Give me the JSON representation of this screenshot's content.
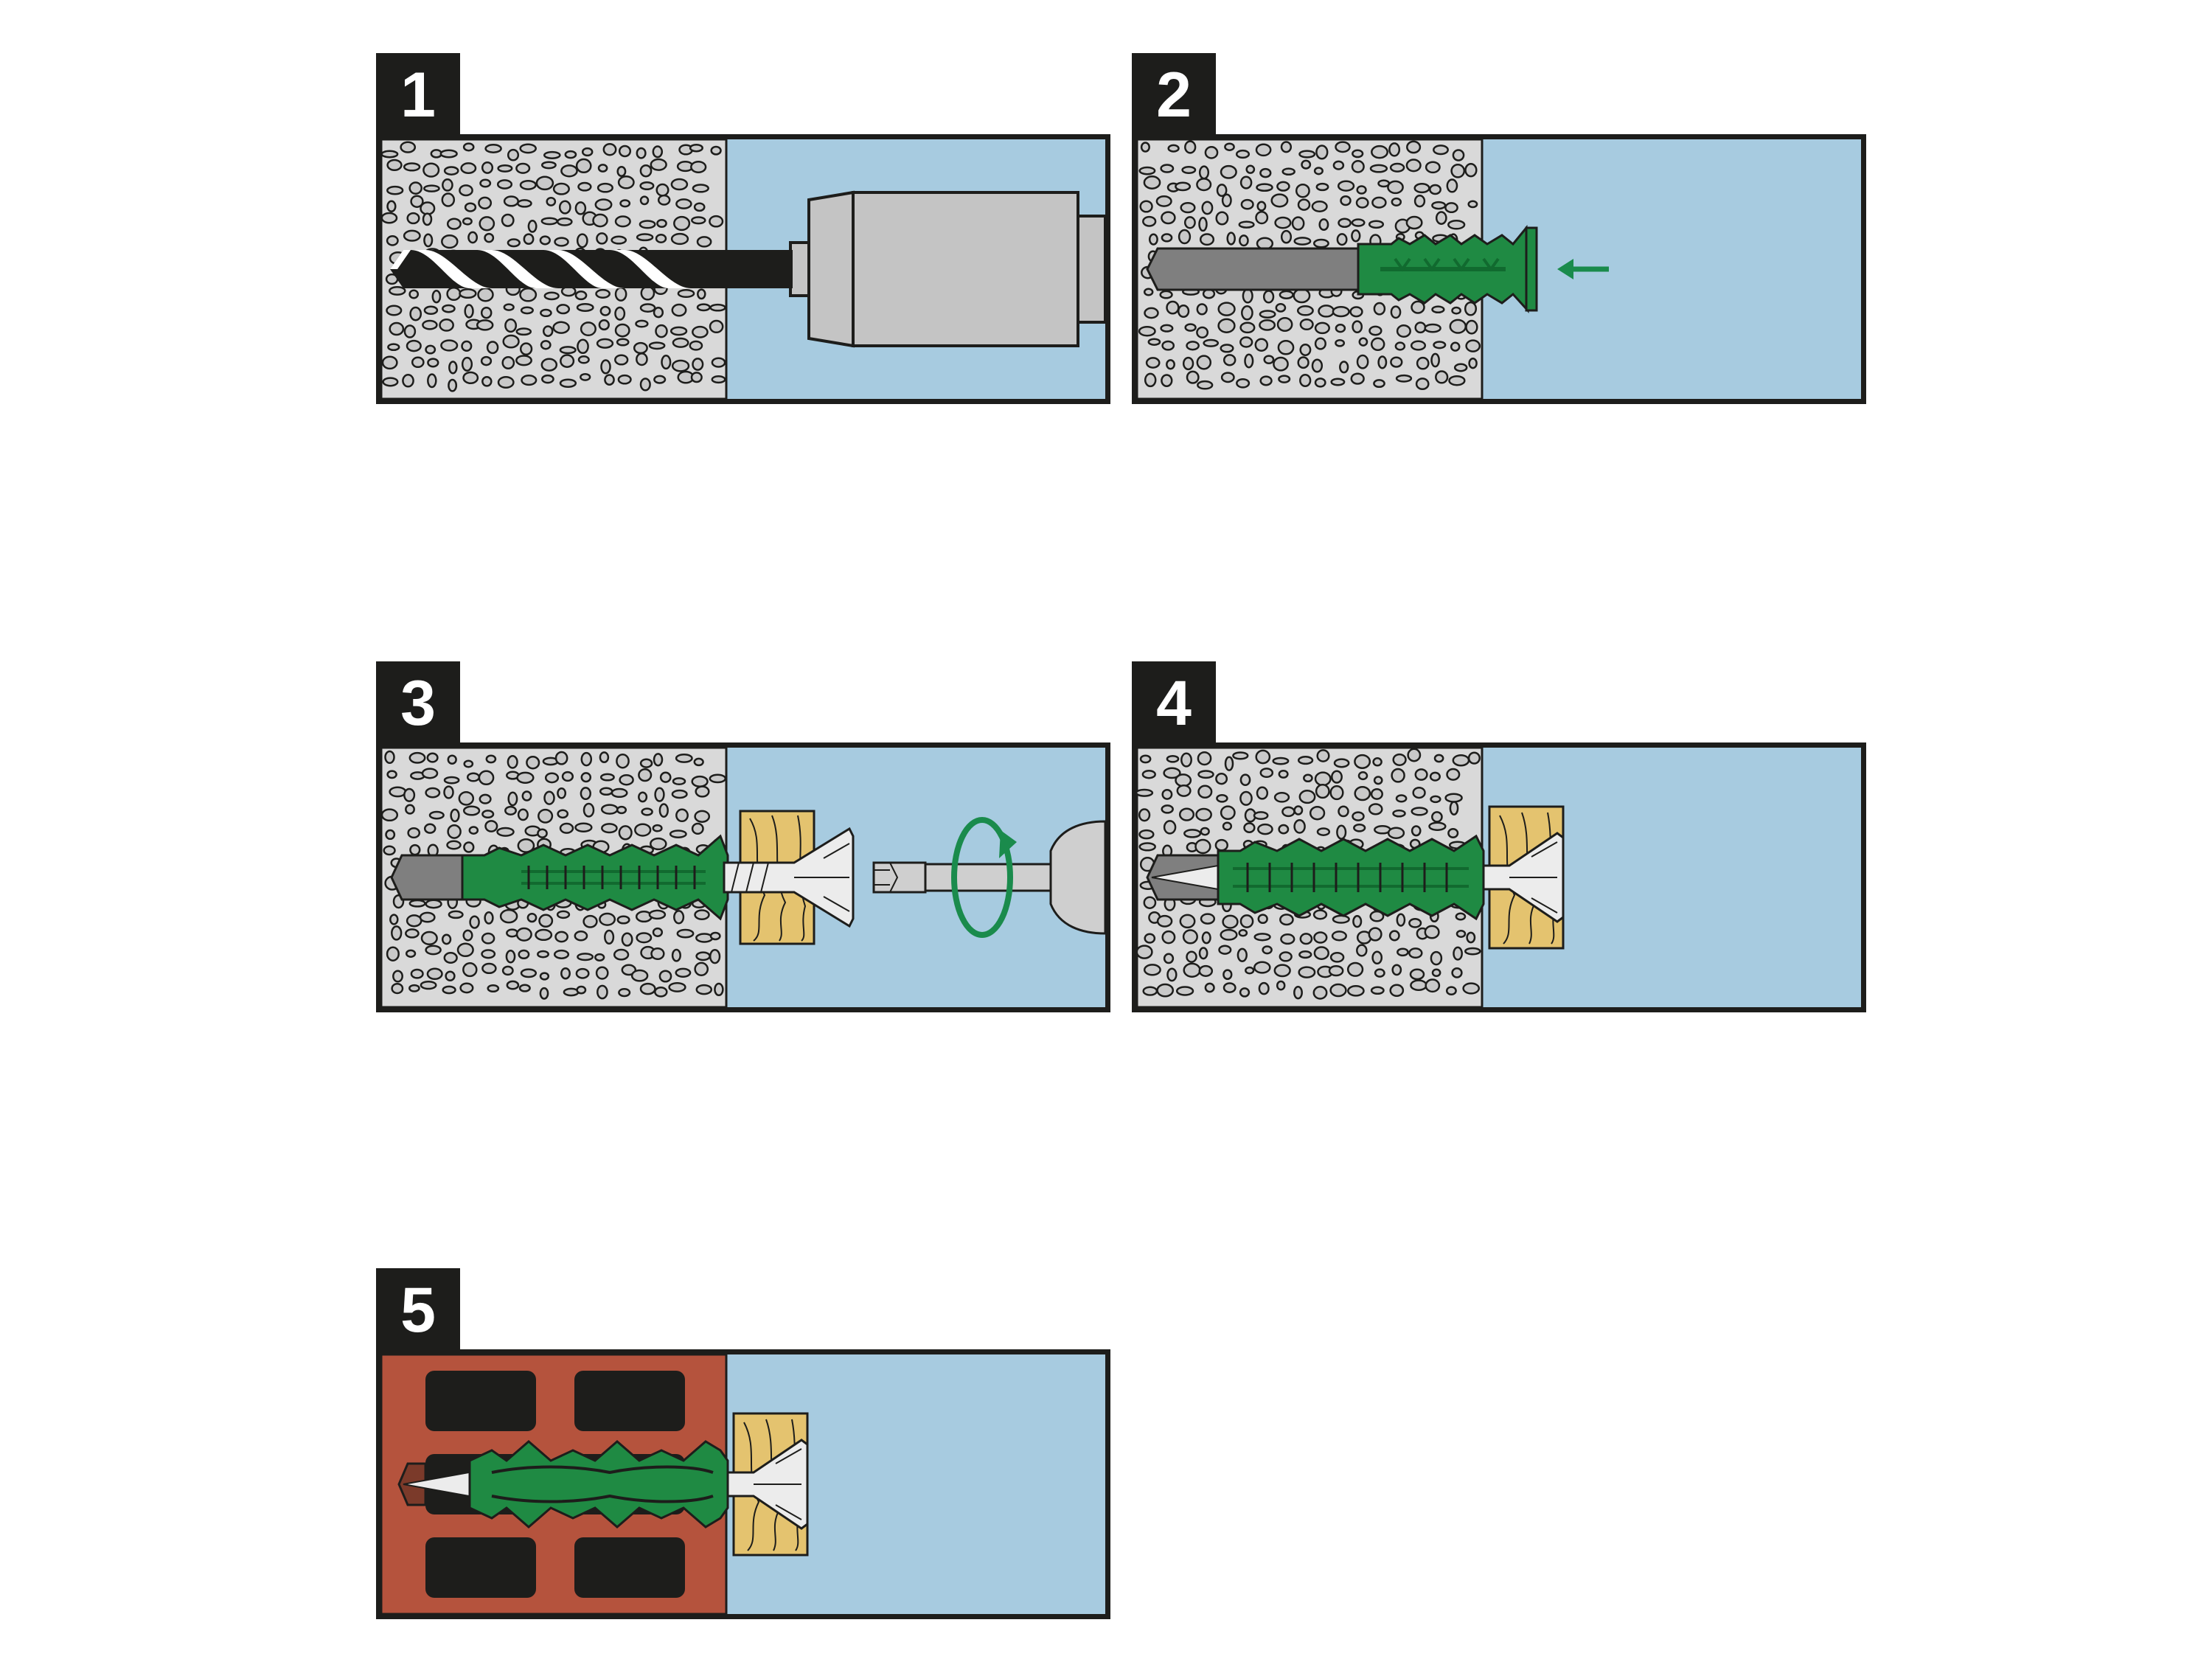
{
  "steps": [
    {
      "number": "1",
      "name": "drill-hole"
    },
    {
      "number": "2",
      "name": "insert-anchor"
    },
    {
      "number": "3",
      "name": "drive-screw"
    },
    {
      "number": "4",
      "name": "fixed-in-concrete"
    },
    {
      "number": "5",
      "name": "fixed-in-hollow-brick"
    }
  ],
  "colors": {
    "badge": "#1d1d1b",
    "frame": "#1d1d1b",
    "air": "#a7cbe0",
    "concrete": "#d9d9d9",
    "pebble": "#c9c9c9",
    "anchor_green": "#1f8a43",
    "anchor_dark": "#116a2f",
    "hole": "#7f7f7f",
    "wood": "#e4c36f",
    "brick": "#b5533d",
    "arrow_green": "#1a8b4c",
    "chuck": "#c4c4c4"
  },
  "icons": {
    "step1": [
      "drill-bit-icon",
      "drill-chuck-icon"
    ],
    "step2": [
      "wall-plug-icon",
      "push-arrow-icon"
    ],
    "step3": [
      "wall-plug-icon",
      "wood-batten-icon",
      "screw-icon",
      "screwdriver-icon",
      "rotate-arrow-icon"
    ],
    "step4": [
      "expanded-wall-plug-icon",
      "wood-batten-icon",
      "screw-icon"
    ],
    "step5": [
      "hollow-brick-icon",
      "expanded-wall-plug-icon",
      "wood-batten-icon",
      "screw-icon"
    ]
  }
}
